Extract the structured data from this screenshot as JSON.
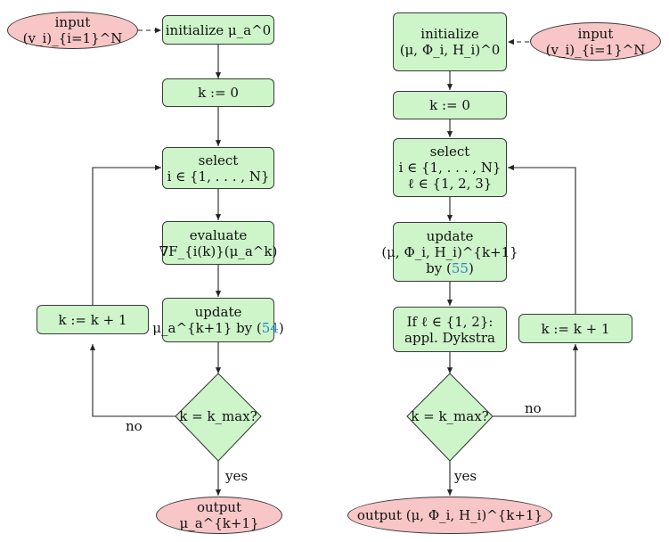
{
  "left": {
    "input": "input (v_i)_{i=1}^N",
    "init": "initialize μ_a^0",
    "k0": "k := 0",
    "select": [
      "select",
      "i ∈ {1, . . . , N}"
    ],
    "evaluate": [
      "evaluate",
      "∇F_{i(k)}(μ_a^k)"
    ],
    "update": [
      "update",
      "μ_a^{k+1} by (54)"
    ],
    "kinc": "k := k + 1",
    "decision": "k = k_max?",
    "no": "no",
    "yes": "yes",
    "output": "output μ_a^{k+1}",
    "update_ref": "54"
  },
  "right": {
    "input": "input (v_i)_{i=1}^N",
    "init": [
      "initialize",
      "(μ, Φ_i, H_i)^0"
    ],
    "k0": "k := 0",
    "select": [
      "select",
      "i ∈ {1, . . . , N}",
      "ℓ ∈ {1, 2, 3}"
    ],
    "update": [
      "update",
      "(μ, Φ_i, H_i)^{k+1}",
      "by (55)"
    ],
    "dykstra": [
      "If ℓ ∈ {1, 2}:",
      "appl. Dykstra"
    ],
    "kinc": "k := k + 1",
    "decision": "k = k_max?",
    "no": "no",
    "yes": "yes",
    "output": "output (μ, Φ_i, H_i)^{k+1}",
    "update_ref": "55"
  },
  "colors": {
    "process_fill": "#cdf5c9",
    "terminal_fill": "#f8c6c6",
    "stroke": "#3a3a3a",
    "reference_link": "#2b86c5"
  }
}
